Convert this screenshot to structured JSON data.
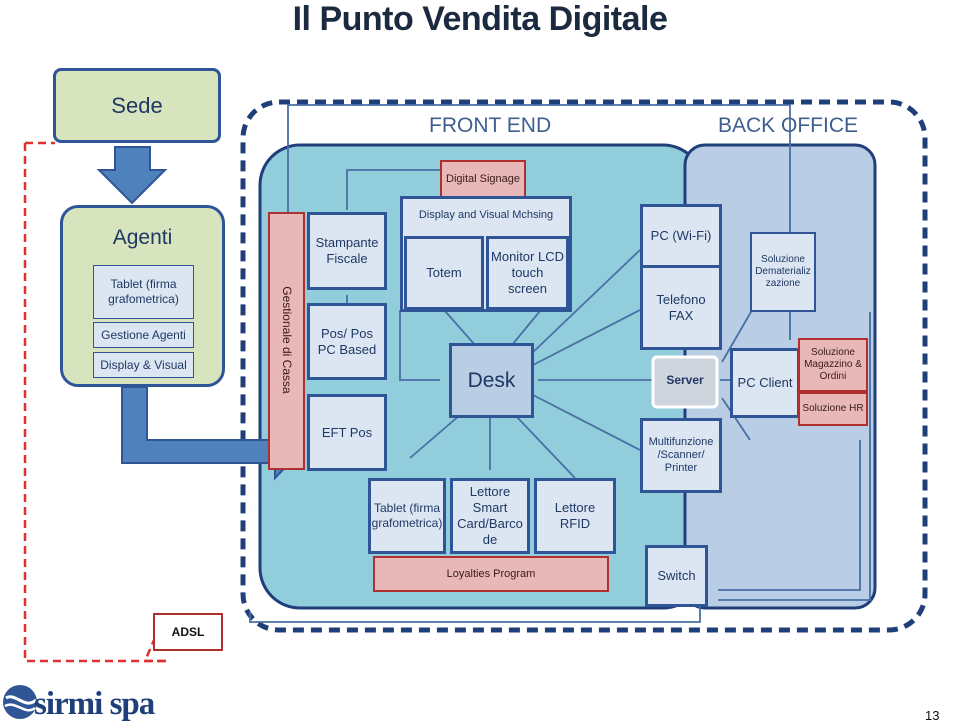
{
  "title": "Il Punto Vendita Digitale",
  "sede": "Sede",
  "agenti": {
    "title": "Agenti",
    "items": [
      "Tablet (firma grafometrica)",
      "Gestione Agenti",
      "Display & Visual"
    ]
  },
  "front_end_label": "FRONT END",
  "back_office_label": "BACK OFFICE",
  "digital_signage": "Digital Signage",
  "gestionale_cassa": "Gestionale di Cassa",
  "stampante_fiscale": "Stampante Fiscale",
  "pos_pc": "Pos/ Pos PC Based",
  "eft_pos": "EFT Pos",
  "display_visual": "Display and Visual Mchsing",
  "totem": "Totem",
  "monitor": "Monitor LCD touch screen",
  "desk": "Desk",
  "tablet_firma": "Tablet (firma grafometrica)",
  "lettore_smart": "Lettore Smart Card/Barco de",
  "lettore_rfid": "Lettore RFID",
  "loyalties": "Loyalties Program",
  "pc_wifi": "PC (Wi-Fi)",
  "telefono_fax": "Telefono FAX",
  "server": "Server",
  "multifunzione": "Multifunzione /Scanner/ Printer",
  "switch": "Switch",
  "pc_client": "PC Client",
  "sol_dematerializ": "Soluzione Dematerializ zazione",
  "sol_magazzino": "Soluzione Magazzino & Ordini",
  "sol_hr": "Soluzione HR",
  "adsl": "ADSL",
  "logo": "sirmi spa",
  "page_number": "13",
  "colors": {
    "frontend_bg": "#92cddc",
    "backoffice_bg": "#b9cde5",
    "sede_bg": "#d7e4bd",
    "border": "#2f5597",
    "pink": "#e8b8b8",
    "red_dash": "#e03030"
  }
}
